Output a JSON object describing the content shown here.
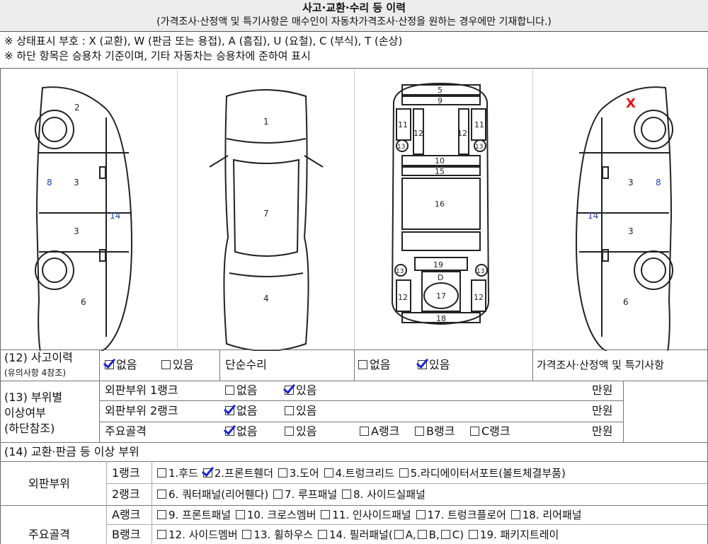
{
  "header": {
    "title": "사고·교환·수리 등 이력",
    "subtitle": "(가격조사·산정액 및 특기사항은 매수인이 자동차가격조사·산정을 원하는 경우에만 기재합니다.)"
  },
  "notes": {
    "line1": "※ 상태표시 부호 : X (교환), W (판금 또는 용접), A (흠집), U (요철), C (부식), T (손상)",
    "line2": "※ 하단 항목은 승용차 기준이며, 기타 자동차는 승용차에 준하여 표시"
  },
  "diagram": {
    "left_side": {
      "n2": "2",
      "n8": "8",
      "n3a": "3",
      "n3b": "3",
      "n14": "14",
      "n6": "6"
    },
    "top_view": {
      "n1": "1",
      "n7": "7",
      "n4": "4"
    },
    "under_view": {
      "n5": "5",
      "n9": "9",
      "n11a": "11",
      "n11b": "11",
      "n12a": "12",
      "n12b": "12",
      "n13a": "13",
      "n13b": "13",
      "n10": "10",
      "n15": "15",
      "n16": "16",
      "n13c": "13",
      "n13d": "13",
      "n19": "19",
      "nD": "D",
      "n12c": "12",
      "n12d": "12",
      "n17": "17",
      "n18": "18"
    },
    "right_side": {
      "nX": "X",
      "n8": "8",
      "n3a": "3",
      "n3b": "3",
      "n14": "14",
      "n6": "6"
    }
  },
  "accident": {
    "label": "(12) 사고이력",
    "note": "(유의사항 4참조)",
    "none": "없음",
    "yes": "있음",
    "simple_repair_label": "단순수리",
    "sr_none": "없음",
    "sr_yes": "있음",
    "price_header": "가격조사·산정액 및 특기사항"
  },
  "parts": {
    "label_l1": "(13) 부위별",
    "label_l2": "이상여부",
    "label_l3": "(하단참조)",
    "rows": [
      {
        "name": "외판부위 1랭크",
        "none": "없음",
        "yes": "있음",
        "unit": "만원"
      },
      {
        "name": "외판부위 2랭크",
        "none": "없음",
        "yes": "있음",
        "unit": "만원"
      },
      {
        "name": "주요골격",
        "none": "없음",
        "yes": "있음",
        "a": "A랭크",
        "b": "B랭크",
        "c": "C랭크",
        "unit": "만원"
      }
    ]
  },
  "replace": {
    "title": "(14) 교환·판금 등 이상 부위",
    "outer_label": "외판부위",
    "rank1": "1랭크",
    "rank1_items": [
      "1.후드",
      "2.프론트휀더",
      "3.도어",
      "4.트렁크리드",
      "5.라디에이터서포트(볼트체결부품)"
    ],
    "rank2": "2랭크",
    "rank2_items": [
      "6. 쿼터패널(리어휀다)",
      "7. 루프패널",
      "8. 사이드실패널"
    ],
    "frame_label": "주요골격",
    "rankA": "A랭크",
    "rankA_items": [
      "9. 프론트패널",
      "10. 크로스멤버",
      "11. 인사이드패널",
      "17. 트렁크플로어",
      "18. 리어패널"
    ],
    "rankB": "B랭크",
    "rankB_items": [
      "12. 사이드멤버",
      "13. 휠하우스",
      "14. 필러패널(",
      "A,",
      "B,",
      "C)",
      "19. 패키지트레이"
    ]
  },
  "accent_colors": {
    "check": "#1a22c9",
    "mark_x": "#e01010"
  }
}
